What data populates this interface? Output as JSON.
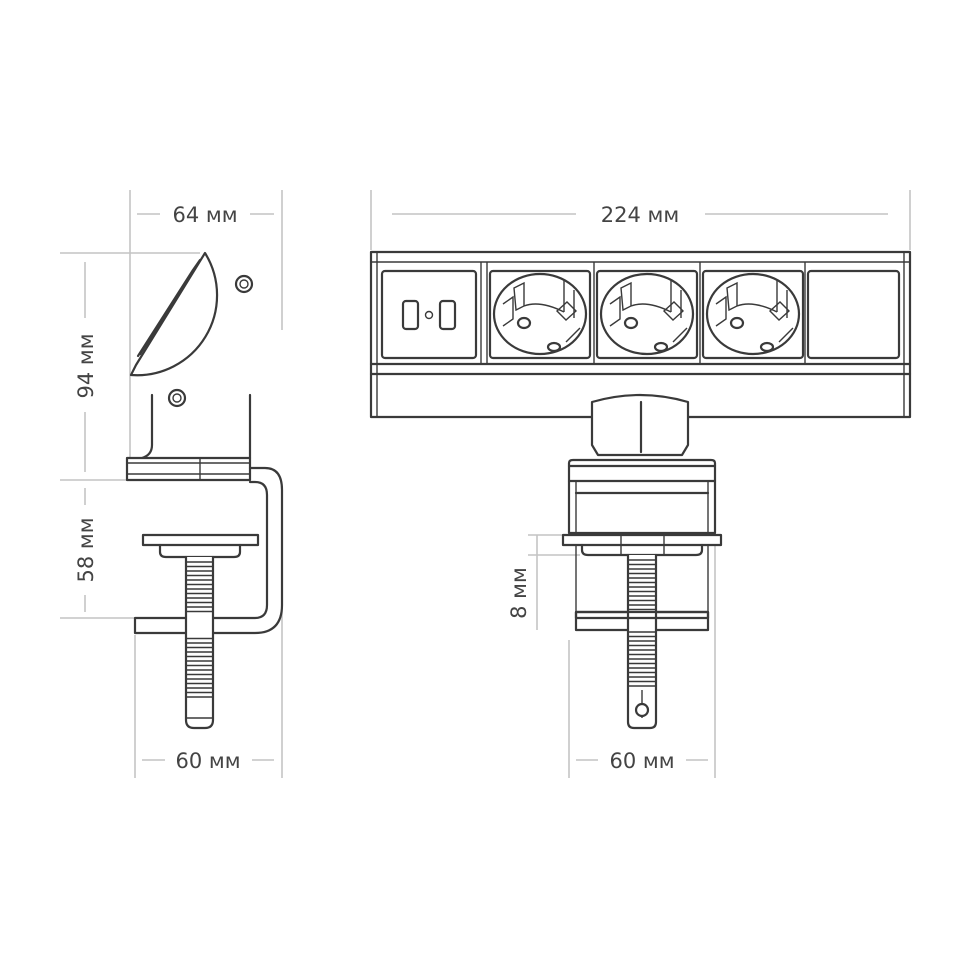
{
  "dimensions": {
    "side_width": "64 мм",
    "side_height_head": "94 мм",
    "side_height_clamp": "58 мм",
    "side_clamp_width": "60 мм",
    "front_length": "224 мм",
    "front_plate_gap": "8 мм",
    "front_clamp_width": "60 мм"
  },
  "modules": [
    "usb",
    "socket",
    "socket",
    "socket",
    "blank"
  ],
  "colors": {
    "line": "#3a3a3a",
    "dimension": "#c4c4c4",
    "text": "#444444"
  }
}
